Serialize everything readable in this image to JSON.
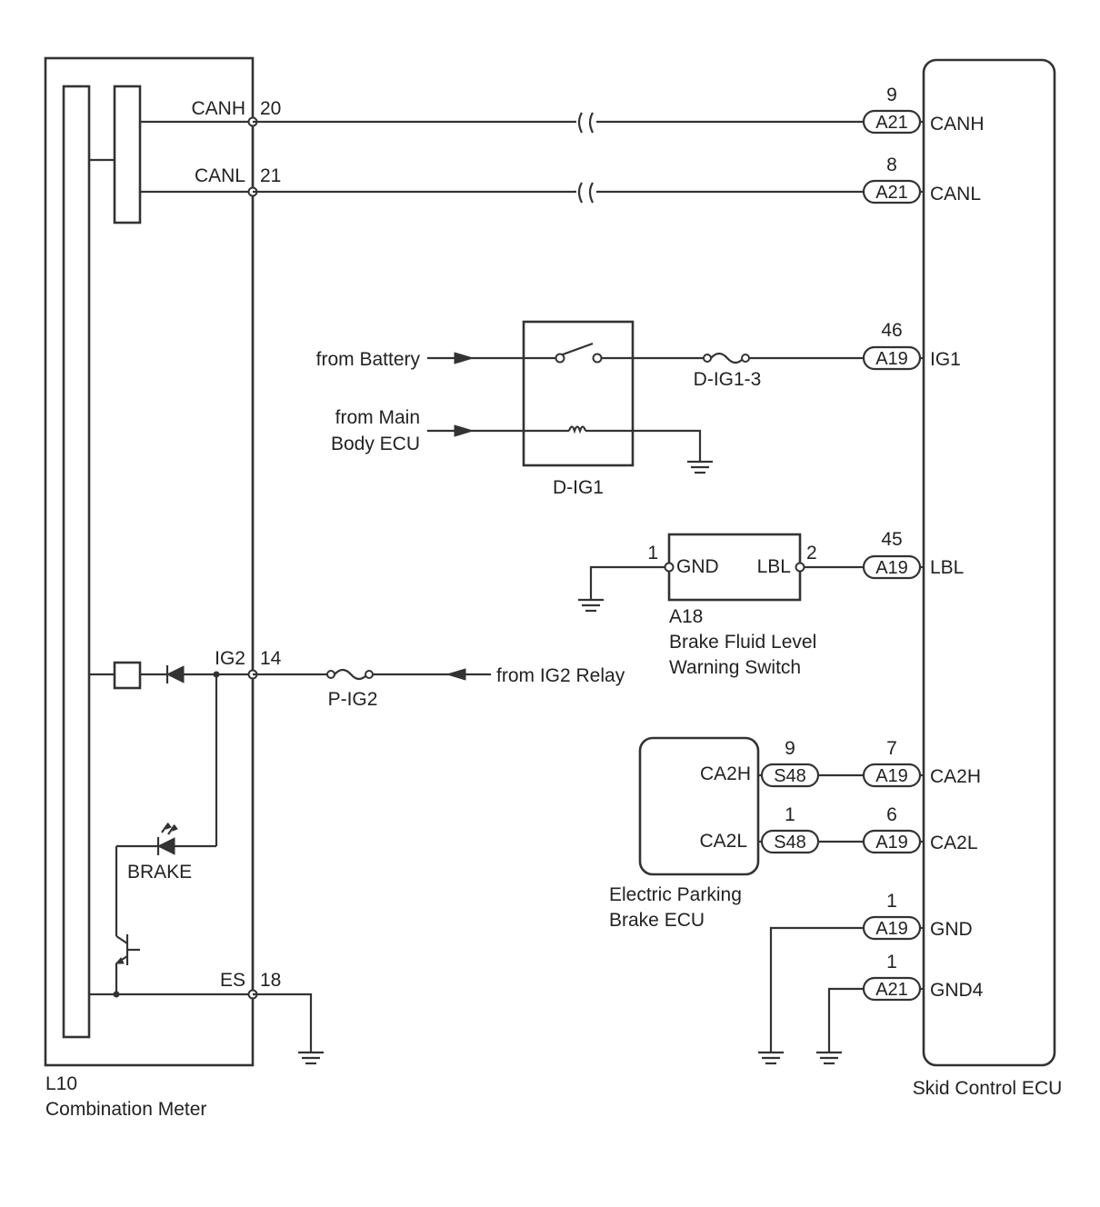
{
  "components": {
    "combination_meter": {
      "code": "L10",
      "name": "Combination Meter"
    },
    "skid_control_ecu": {
      "name": "Skid Control ECU"
    },
    "relay": {
      "name": "D-IG1"
    },
    "fluid_switch": {
      "code": "A18",
      "name_line1": "Brake Fluid Level",
      "name_line2": "Warning Switch",
      "gnd": "GND",
      "lbl": "LBL",
      "pin_gnd": "1",
      "pin_lbl": "2"
    },
    "parking_ecu": {
      "name_line1": "Electric Parking",
      "name_line2": "Brake ECU",
      "ca2h": "CA2H",
      "ca2l": "CA2L"
    }
  },
  "meter_terminals": {
    "canh": {
      "label": "CANH",
      "pin": "20"
    },
    "canl": {
      "label": "CANL",
      "pin": "21"
    },
    "ig2": {
      "label": "IG2",
      "pin": "14"
    },
    "es": {
      "label": "ES",
      "pin": "18"
    },
    "brake_lamp": "BRAKE"
  },
  "ecu_terminals": [
    {
      "pin": "9",
      "connector": "A21",
      "label": "CANH"
    },
    {
      "pin": "8",
      "connector": "A21",
      "label": "CANL"
    },
    {
      "pin": "46",
      "connector": "A19",
      "label": "IG1"
    },
    {
      "pin": "45",
      "connector": "A19",
      "label": "LBL"
    },
    {
      "pin": "7",
      "connector": "A19",
      "label": "CA2H"
    },
    {
      "pin": "6",
      "connector": "A19",
      "label": "CA2L"
    },
    {
      "pin": "1",
      "connector": "A19",
      "label": "GND"
    },
    {
      "pin": "1",
      "connector": "A21",
      "label": "GND4"
    }
  ],
  "parking_connectors": [
    {
      "pin": "9",
      "connector": "S48"
    },
    {
      "pin": "1",
      "connector": "S48"
    }
  ],
  "fuses": {
    "d_ig1_3": "D-IG1-3",
    "p_ig2": "P-IG2"
  },
  "sources": {
    "battery": "from Battery",
    "main_body_line1": "from Main",
    "main_body_line2": "Body ECU",
    "ig2_relay": "from IG2 Relay"
  }
}
